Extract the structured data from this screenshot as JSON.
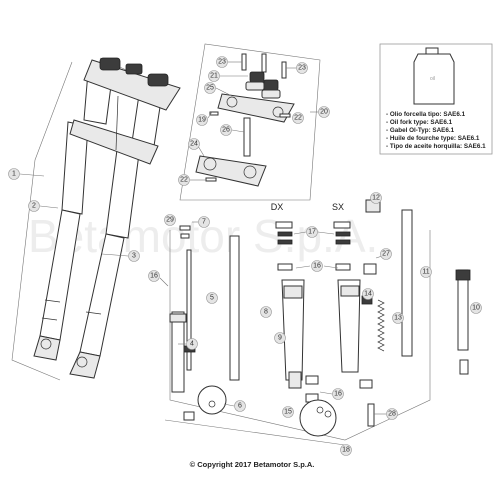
{
  "watermark": "Betamotor S.p.A.",
  "side_labels": {
    "right": "DX",
    "left": "SX"
  },
  "oil_box": {
    "lines": [
      "- Olio forcella tipo: SAE6.1",
      "- Oil fork type: SAE6.1",
      "- Gabel Ol-Typ: SAE6.1",
      "- Huile de fourche type: SAE6.1",
      "- Tipo de aceite horquilla: SAE6.1"
    ]
  },
  "copyright": "© Copyright 2017 Betamotor S.p.A.",
  "parts": [
    "1",
    "2",
    "3",
    "4",
    "5",
    "6",
    "7",
    "8",
    "9",
    "10",
    "11",
    "12",
    "13",
    "14",
    "15",
    "16",
    "17",
    "18",
    "19",
    "20",
    "21",
    "22",
    "23",
    "24",
    "25",
    "26",
    "27",
    "28",
    "29"
  ]
}
